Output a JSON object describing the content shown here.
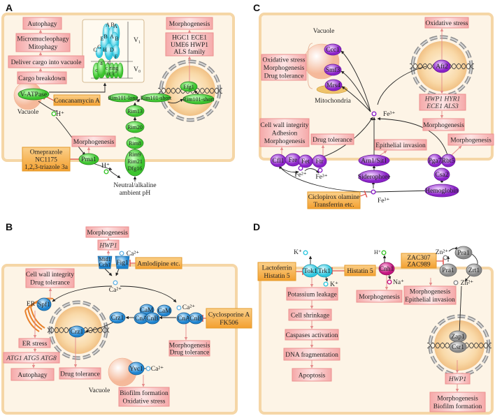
{
  "colors": {
    "cell_fill": "#fdf4e6",
    "cell_border": "#f5d6a6",
    "pink_box": "#f6b3b3",
    "orange_box": "#f6ae45",
    "green": "#66dd55",
    "cyan": "#55d8ea",
    "blue": "#3d9fe0",
    "purple": "#a445dc",
    "magenta": "#d92a94",
    "gray": "#a9a9a9",
    "inhibit": "#e0504a"
  },
  "A": {
    "label": "A",
    "autophagy": "Autophagy",
    "micro": [
      "Micromucleophagy",
      "Mitophagy"
    ],
    "deliver": "Deliver cargo into vacuole",
    "cargo": "Cargo breakdown",
    "vatpase": "V-ATPase",
    "vacuole": "Vacuole",
    "concanamycin": "Concanamycin A",
    "h_in": "H⁺",
    "h_out": "H⁺",
    "morph_pma": "Morphogenesis",
    "omeprazole": [
      "Omeprazole",
      "NC1175",
      "1,2,3-triazole 3a"
    ],
    "pma1": "Pma1",
    "ph": [
      "Neutral/alkaline",
      "ambient pH"
    ],
    "morph_top": "Morphogenesis",
    "genes": [
      "HGC1     ECE1",
      "UME6     HWP1"
    ],
    "als": "ALS family",
    "efg1": "Efg1",
    "rim101_long": "Rim101-long",
    "rim101_short": "Rim101-short",
    "rim101_short_nuc": "Rim101-short",
    "rim13": "Rim13",
    "rim20": "Rim20",
    "rim8": "Rim8",
    "rim_base": [
      "Rim9",
      "Rim21",
      "Dfg16"
    ],
    "inset": {
      "A1": "A",
      "B1": "B",
      "A2": "A",
      "B2": "B",
      "A3": "A",
      "E": "E",
      "C": "C",
      "G": "G",
      "H": "H",
      "D": "D",
      "F": "F",
      "a": "a",
      "d": "d",
      "c": "c",
      "cring": "c ring",
      "ccc": "cc'c''",
      "V1": "V₁",
      "V0": "V₀"
    }
  },
  "B": {
    "label": "B",
    "morph_top": "Morphogenesis",
    "hwp1": "HWP1",
    "channel": [
      "Mid1",
      "Cch1"
    ],
    "fig1": "Fig1",
    "ca_out": "Ca²⁺",
    "amlodipine": "Amlodipine etc.",
    "ca_in": "Ca²⁺",
    "cwi": [
      "Cell wall integrity",
      "Drug tolerance"
    ],
    "er": "ER",
    "spf1": "Spf1",
    "crz1_nuc": "Crz1",
    "crz1": "Crz1",
    "cam1": "CaM",
    "cam2": "CaM",
    "cna1": "CnA",
    "cnb1": "CnB",
    "cna2": "CnA",
    "cnb2": "CnB",
    "ca_cn": "Ca²⁺",
    "cyclosporine": [
      "Cyclosporine A",
      "FK506"
    ],
    "morph_drug": [
      "Morphogenesis",
      "Drug tolerance"
    ],
    "er_stress": "ER stress",
    "atg": "ATG1  ATG5  ATG8",
    "autophagy": "Autophagy",
    "drug_tol": "Drug tolerance",
    "vacuole": "Vacuole",
    "yvc1": "Yvc1",
    "ca_yvc": "Ca²⁺",
    "biofilm": [
      "Biofilm formation",
      "Oxidative stress"
    ]
  },
  "C": {
    "label": "C",
    "vacuole": "Vacuole",
    "ccc1": "Ccc1",
    "smf3": "Smf3",
    "mrs4": "Mrs4",
    "mitochondria": "Mitochondria",
    "ox_morph_drug": [
      "Oxidative stress",
      "Morphogenesis",
      "Drug tolerance"
    ],
    "fe_center": "Fe³⁺",
    "ox_top": "Oxidative stress",
    "aft2": "Aft2",
    "genes": [
      "HWP1     HYR1",
      "ECE1     ALS3"
    ],
    "morph_right": "Morphogenesis",
    "cwi": [
      "Cell wall integrity",
      "Adhesion",
      "Morphogenesis"
    ],
    "drug_tol": "Drug tolerance",
    "epithelial": "Epithelial invasion",
    "morph_rbt": "Morphogenesis",
    "cfl1": "Cfl1",
    "fre": "Fre",
    "fet": "Fet",
    "ftr": "Ftr",
    "fe2": "Fe²⁺",
    "fe3_small": "Fe³⁺",
    "arn1": "Arn1/Sit1",
    "siderophore": "Siderophore",
    "pga7": "Pga7",
    "rbt5": "Rbt5",
    "csa2": "Csa2",
    "hemoglobin": "Hemoglobin",
    "fe_bottom": "Fe³⁺",
    "ciclopirox": [
      "Ciclopirox olamine",
      "Transferrin etc."
    ]
  },
  "D": {
    "label": "D",
    "k_out": "K⁺",
    "tok1": "Tok1",
    "trk1": "Trk1",
    "k_in": "K⁺",
    "lactoferrin": [
      "Lactoferrin",
      "Histatin 5"
    ],
    "histatin": "Histatin 5",
    "cnh1": "Cnh1",
    "h": "H⁺",
    "na": "Na⁺",
    "morph_cnh": "Morphogenesis",
    "steps": [
      "Potassium leakage",
      "Cell shrinkage",
      "Caspases activation",
      "DNA fragmentation",
      "Apoptosis"
    ],
    "zac": [
      "ZAC307",
      "ZAC989"
    ],
    "zn_out": "Zn²⁺",
    "pra1_out": "Pra1",
    "pra1": "Pra1",
    "zrt1": "Zrt1",
    "zn_in": "Zn²⁺",
    "morph_epi": [
      "Morphogenesis",
      "Epithelial invasion"
    ],
    "zap1": "Zap1",
    "csr1": "Csr1",
    "hwp1": "HWP1",
    "morph_bio": [
      "Morphogenesis",
      "Biofilm formation"
    ]
  }
}
